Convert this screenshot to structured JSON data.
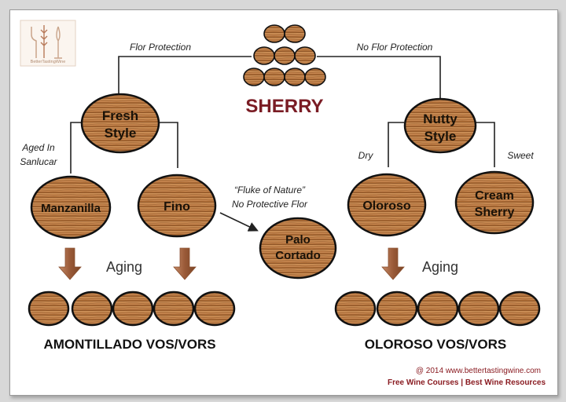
{
  "title": "SHERRY",
  "branches": {
    "left": "Flor Protection",
    "right": "No Flor Protection"
  },
  "nodes": {
    "fresh": [
      "Fresh",
      "Style"
    ],
    "nutty": [
      "Nutty",
      "Style"
    ],
    "manzanilla": [
      "Manzanilla"
    ],
    "fino": [
      "Fino"
    ],
    "palo": [
      "Palo",
      "Cortado"
    ],
    "oloroso": [
      "Oloroso"
    ],
    "cream": [
      "Cream",
      "Sherry"
    ]
  },
  "labels": {
    "aged_line1": "Aged In",
    "aged_line2": "Sanlucar",
    "fluke_line1": "“Fluke of Nature”",
    "fluke_line2": "No Protective Flor",
    "dry": "Dry",
    "sweet": "Sweet",
    "aging_left": "Aging",
    "aging_right": "Aging"
  },
  "bottom": {
    "left": "AMONTILLADO VOS/VORS",
    "right": "OLOROSO VOS/VORS"
  },
  "credits": {
    "line1": "@ 2014 www.bettertastingwine.com",
    "line2": "Free Wine Courses | Best Wine Resources"
  },
  "logo": {
    "text": "BetterTastingWine"
  },
  "colors": {
    "wood_light": "#c98a55",
    "wood_dark": "#7a4a24",
    "outline": "#111111",
    "title": "#7a1c24",
    "arrow": "#9a5a38",
    "credits": "#8a1c22"
  }
}
